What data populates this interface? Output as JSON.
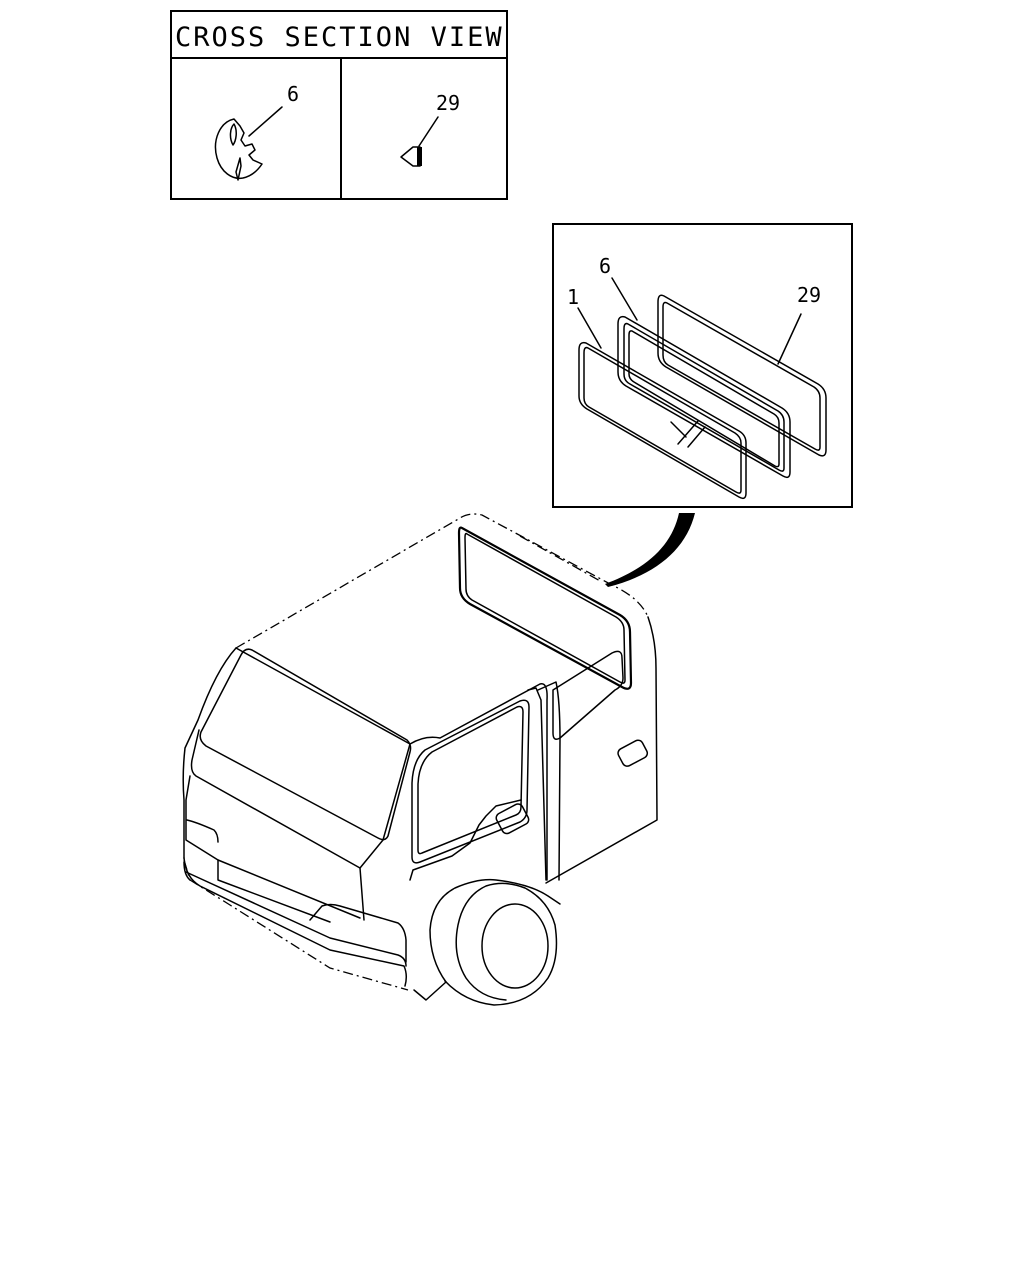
{
  "cross_section": {
    "title": "CROSS SECTION VIEW",
    "left_callout": "6",
    "right_callout": "29"
  },
  "detail": {
    "callouts": [
      "1",
      "6",
      "29"
    ]
  }
}
